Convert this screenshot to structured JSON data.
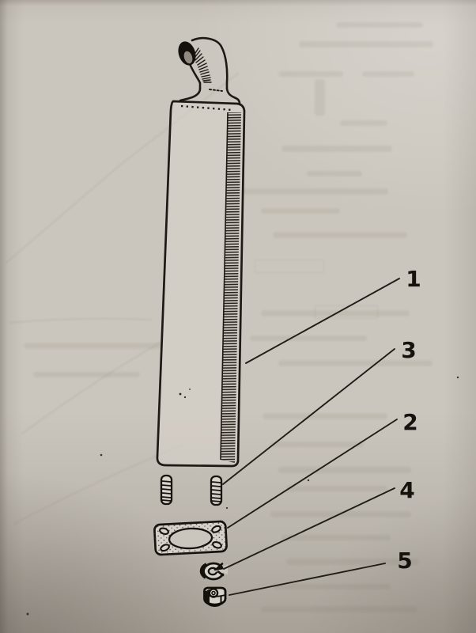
{
  "figure": {
    "kind": "scanned exploded-parts line drawing",
    "callouts": [
      {
        "label": "1"
      },
      {
        "label": "2"
      },
      {
        "label": "3"
      },
      {
        "label": "4"
      },
      {
        "label": "5"
      }
    ]
  },
  "colors": {
    "paper": "#cbc6bd",
    "ink": "#1d1914"
  }
}
